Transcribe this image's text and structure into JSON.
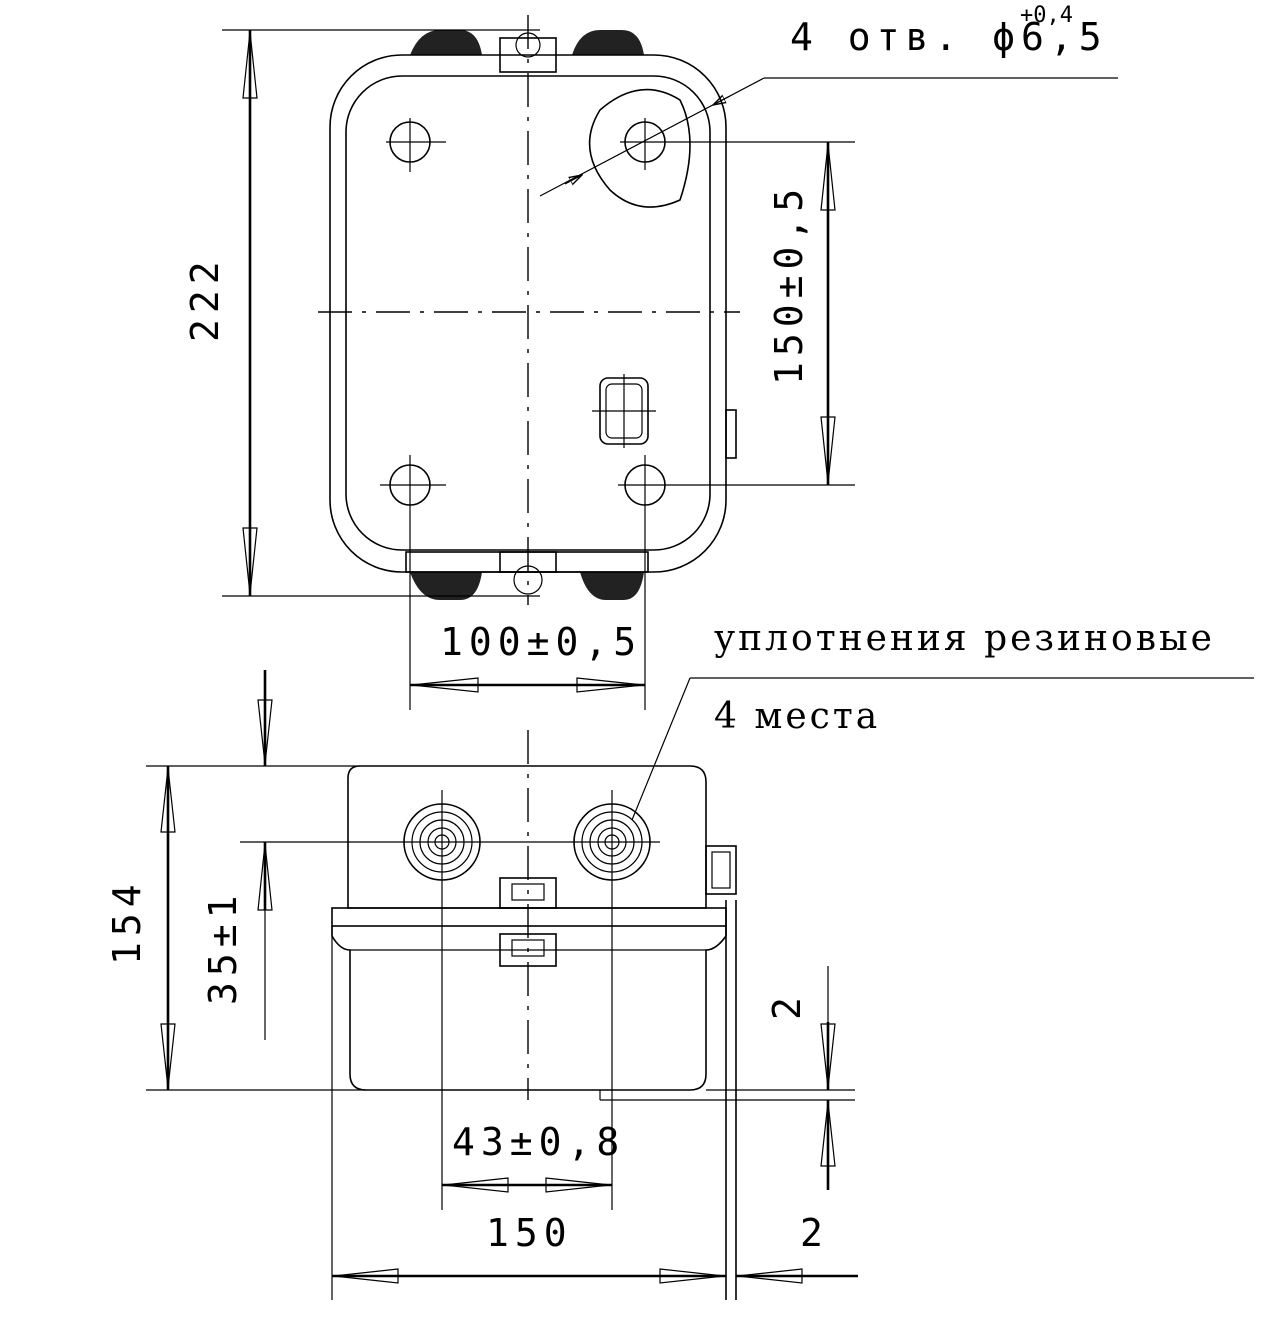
{
  "drawing": {
    "dimensions": {
      "height_total": "222",
      "hole_spacing_vertical": "150±0,5",
      "hole_spacing_horizontal": "100±0,5",
      "holes_spec": "4 отв. ϕ6,5",
      "holes_tolerance": "+0,4",
      "side_height": "154",
      "gland_height": "35±1",
      "gland_spacing": "43±0,8",
      "width_total": "150",
      "plate_thickness_vertical": "2",
      "plate_thickness_horizontal": "2"
    },
    "labels": {
      "seals_line1": "уплотнения резиновые",
      "seals_line2": "4 места"
    }
  }
}
